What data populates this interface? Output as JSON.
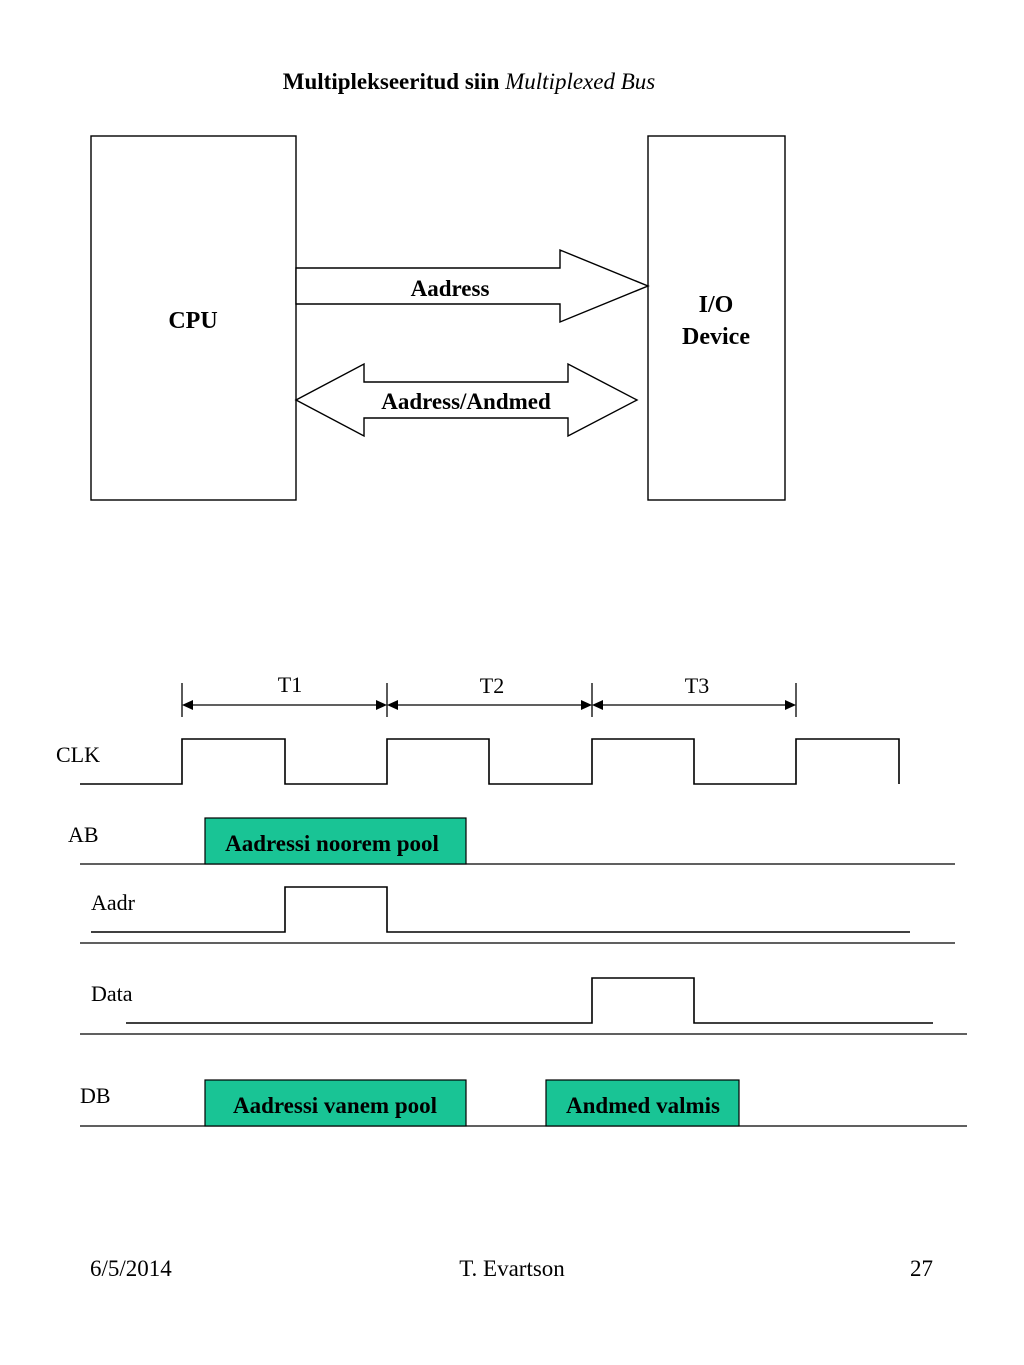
{
  "title": {
    "bold": "Multiplekseeritud siin",
    "italic": "Multiplexed Bus"
  },
  "blocks": {
    "cpu": "CPU",
    "io_line1": "I/O",
    "io_line2": "Device"
  },
  "buses": {
    "address": "Aadress",
    "address_data": "Aadress/Andmed"
  },
  "timing": {
    "periods": [
      "T1",
      "T2",
      "T3"
    ],
    "signals": {
      "clk": "CLK",
      "ab": "AB",
      "aadr": "Aadr",
      "data": "Data",
      "db": "DB"
    },
    "boxes": {
      "ab_low": "Aadressi noorem pool",
      "db_high": "Aadressi vanem pool",
      "db_data": "Andmed valmis"
    },
    "box_color": "#19c495"
  },
  "footer": {
    "date": "6/5/2014",
    "author": "T. Evartson",
    "page": "27"
  }
}
